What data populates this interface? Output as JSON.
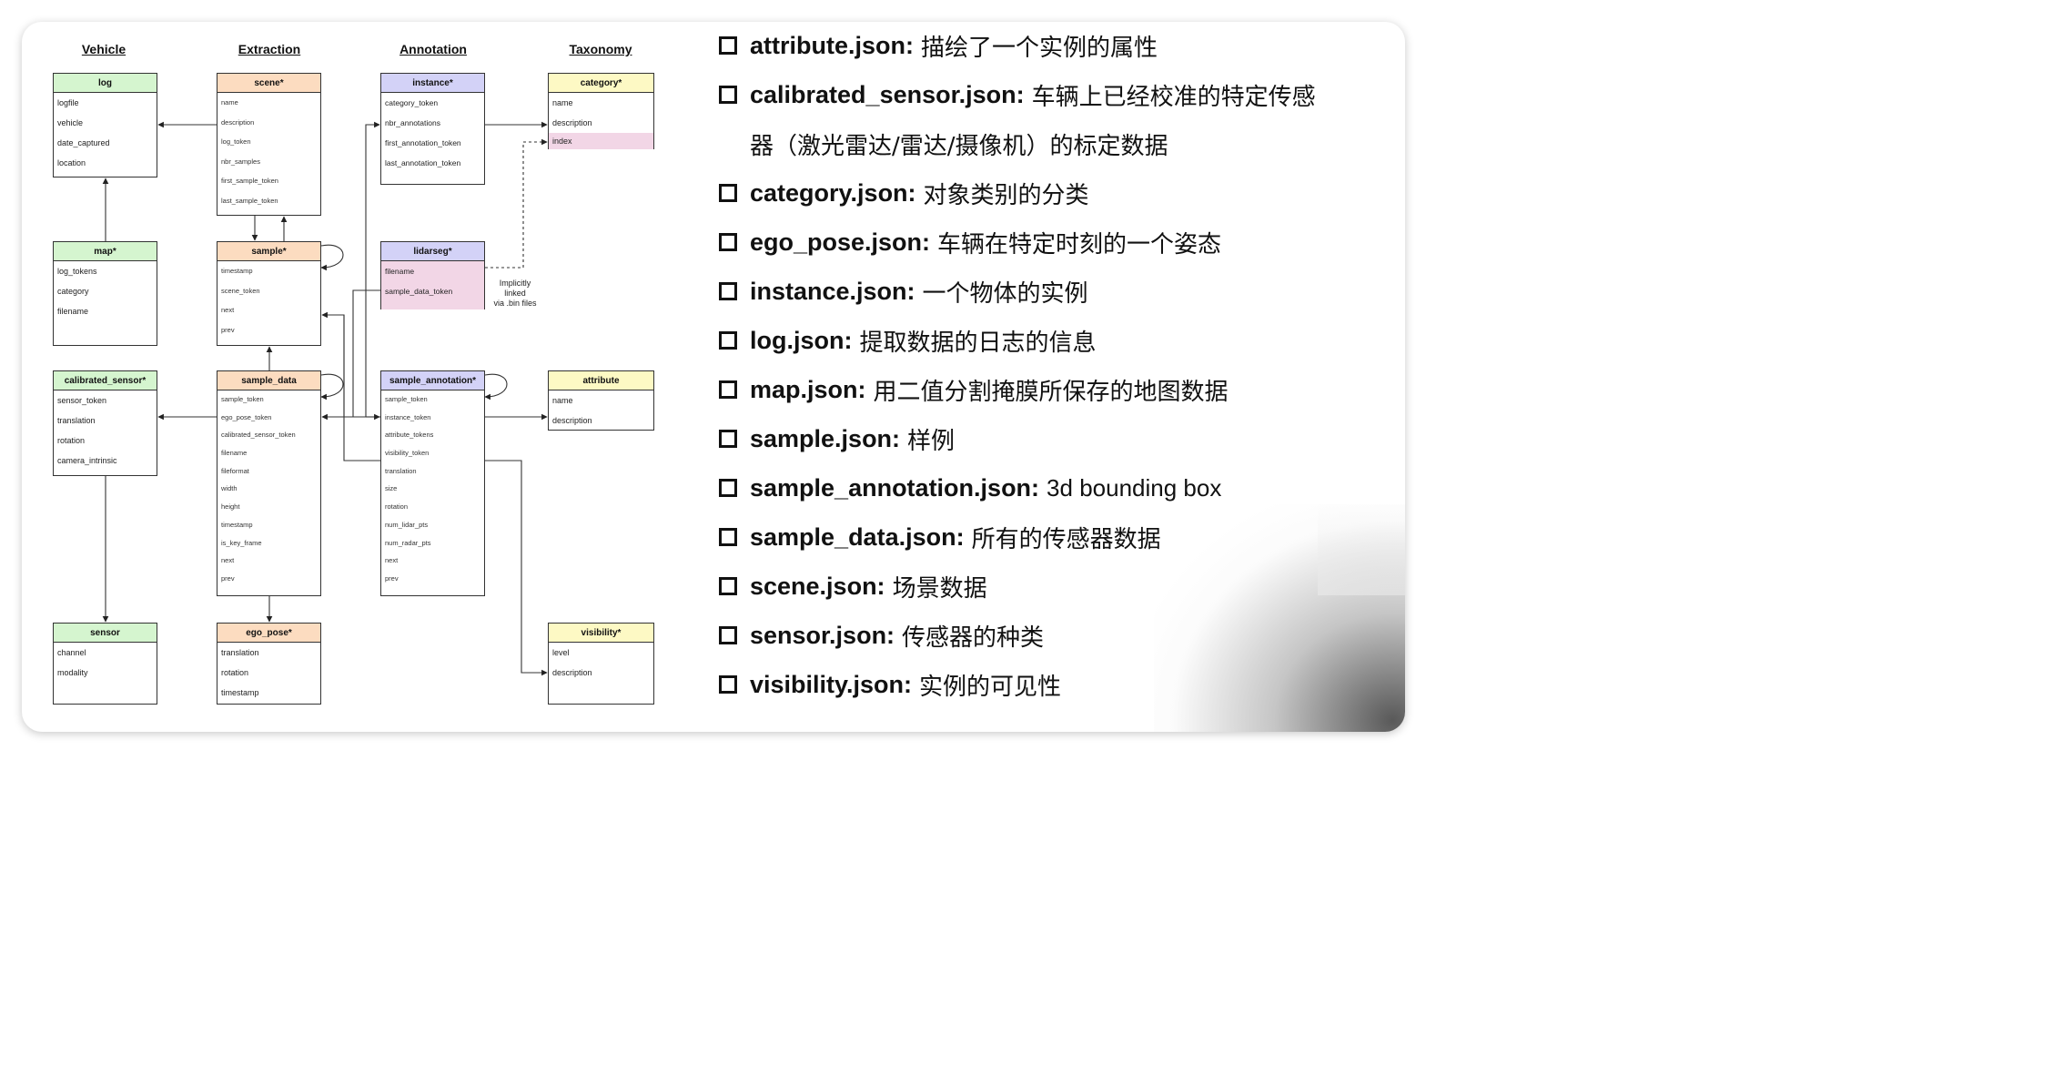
{
  "diagram": {
    "columns": [
      "Vehicle",
      "Extraction",
      "Annotation",
      "Taxonomy"
    ],
    "tables": {
      "log": {
        "title": "log",
        "fields": [
          "logfile",
          "vehicle",
          "date_captured",
          "location"
        ]
      },
      "map": {
        "title": "map*",
        "fields": [
          "log_tokens",
          "category",
          "filename"
        ]
      },
      "calibrated_sensor": {
        "title": "calibrated_sensor*",
        "fields": [
          "sensor_token",
          "translation",
          "rotation",
          "camera_intrinsic"
        ]
      },
      "sensor": {
        "title": "sensor",
        "fields": [
          "channel",
          "modality"
        ]
      },
      "scene": {
        "title": "scene*",
        "fields": [
          "name",
          "description",
          "log_token",
          "nbr_samples",
          "first_sample_token",
          "last_sample_token"
        ]
      },
      "sample": {
        "title": "sample*",
        "fields": [
          "timestamp",
          "scene_token",
          "next",
          "prev"
        ]
      },
      "sample_data": {
        "title": "sample_data",
        "fields": [
          "sample_token",
          "ego_pose_token",
          "calibrated_sensor_token",
          "filename",
          "fileformat",
          "width",
          "height",
          "timestamp",
          "is_key_frame",
          "next",
          "prev"
        ]
      },
      "ego_pose": {
        "title": "ego_pose*",
        "fields": [
          "translation",
          "rotation",
          "timestamp"
        ]
      },
      "instance": {
        "title": "instance*",
        "fields": [
          "category_token",
          "nbr_annotations",
          "first_annotation_token",
          "last_annotation_token"
        ]
      },
      "lidarseg": {
        "title": "lidarseg*",
        "fields": [
          "filename",
          "sample_data_token"
        ]
      },
      "sample_annotation": {
        "title": "sample_annotation*",
        "fields": [
          "sample_token",
          "instance_token",
          "attribute_tokens",
          "visibility_token",
          "translation",
          "size",
          "rotation",
          "num_lidar_pts",
          "num_radar_pts",
          "next",
          "prev"
        ]
      },
      "category": {
        "title": "category*",
        "fields": [
          "name",
          "description",
          "index"
        ]
      },
      "attribute": {
        "title": "attribute",
        "fields": [
          "name",
          "description"
        ]
      },
      "visibility": {
        "title": "visibility*",
        "fields": [
          "level",
          "description"
        ]
      }
    },
    "implicit_note": [
      "Implicitly",
      "linked",
      "via .bin files"
    ]
  },
  "list": {
    "items": [
      {
        "key": "attribute.json:",
        "desc": "描绘了一个实例的属性"
      },
      {
        "key": "calibrated_sensor.json:",
        "desc": "车辆上已经校准的特定传感",
        "cont": "器（激光雷达/雷达/摄像机）的标定数据"
      },
      {
        "key": "category.json:",
        "desc": "对象类别的分类"
      },
      {
        "key": "ego_pose.json:",
        "desc": "车辆在特定时刻的一个姿态"
      },
      {
        "key": "instance.json:",
        "desc": "一个物体的实例"
      },
      {
        "key": "log.json:",
        "desc": "提取数据的日志的信息"
      },
      {
        "key": "map.json:",
        "desc": "用二值分割掩膜所保存的地图数据"
      },
      {
        "key": "sample.json:",
        "desc": "样例"
      },
      {
        "key": "sample_annotation.json:",
        "desc": "3d bounding box"
      },
      {
        "key": "sample_data.json:",
        "desc": "所有的传感器数据"
      },
      {
        "key": "scene.json:",
        "desc": "场景数据"
      },
      {
        "key": "sensor.json:",
        "desc": "传感器的种类"
      },
      {
        "key": "visibility.json:",
        "desc": "实例的可见性"
      }
    ]
  },
  "colors": {
    "vehicle_header": "#d5f5cf",
    "extraction_header": "#fcdcc0",
    "annotation_header": "#d3d2f7",
    "taxonomy_header": "#fdf9c4",
    "highlight_field": "#f2d6e6"
  }
}
